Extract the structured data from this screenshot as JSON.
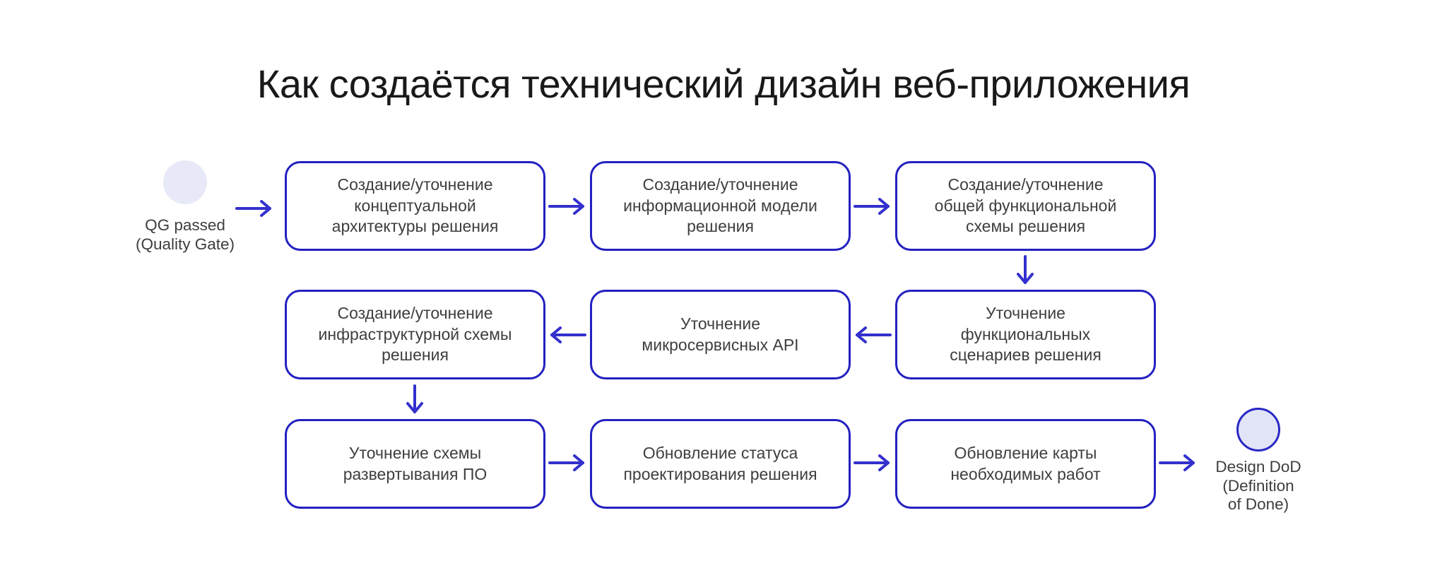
{
  "title": "Как создаётся технический дизайн веб-приложения",
  "colors": {
    "box_border": "#2321bf",
    "arrow": "#3330cd",
    "box_text": "#3e3e40",
    "title_text": "#19191b",
    "start_circle_fill": "#e8e9f8",
    "end_circle_fill": "#e2e4f7",
    "end_circle_border": "#2928c4",
    "background": "#ffffff"
  },
  "start_node": {
    "label": "QG passed\n(Quality Gate)"
  },
  "end_node": {
    "label": "Design DoD\n(Definition\nof Done)"
  },
  "rows": [
    {
      "flow": "left-to-right",
      "boxes": [
        {
          "label": "Создание/уточнение\nконцептуальной\nархитектуры решения"
        },
        {
          "label": "Создание/уточнение\nинформационной модели\nрешения"
        },
        {
          "label": "Создание/уточнение\nобщей функциональной\nсхемы решения"
        }
      ]
    },
    {
      "flow": "right-to-left",
      "boxes": [
        {
          "label": "Создание/уточнение\nинфраструктурной схемы\nрешения"
        },
        {
          "label": "Уточнение\nмикросервисных API"
        },
        {
          "label": "Уточнение\nфункциональных\nсценариев решения"
        }
      ]
    },
    {
      "flow": "left-to-right",
      "boxes": [
        {
          "label": "Уточнение схемы\nразвертывания ПО"
        },
        {
          "label": "Обновление статуса\nпроектирования решения"
        },
        {
          "label": "Обновление карты\nнеобходимых работ"
        }
      ]
    }
  ]
}
